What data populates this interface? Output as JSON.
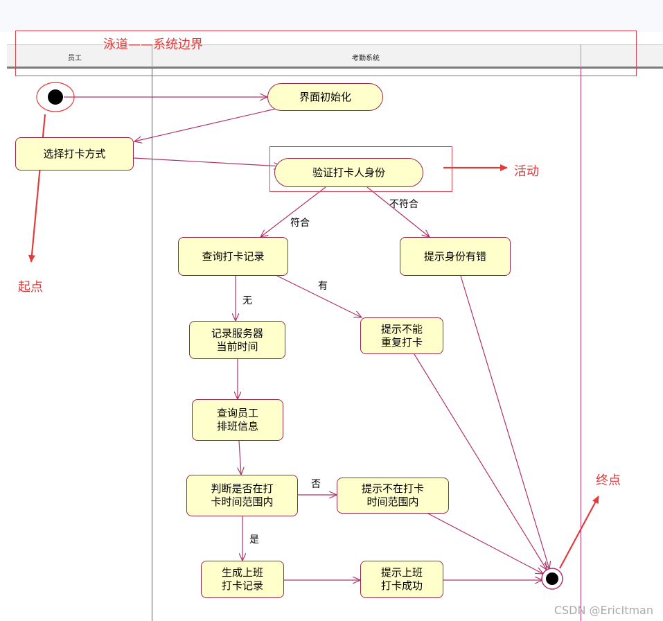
{
  "swimlanes": {
    "employee": "员工",
    "system": "考勤系统"
  },
  "nodes": {
    "init": "界面初始化",
    "select_method": "选择打卡方式",
    "verify": "验证打卡人身份",
    "query_record": "查询打卡记录",
    "id_error": "提示身份有错",
    "record_time": "记录服务器\n当前时间",
    "no_repeat": "提示不能\n重复打卡",
    "query_schedule": "查询员工\n排班信息",
    "judge_range": "判断是否在打\n卡时间范围内",
    "not_in_range": "提示不在打卡\n时间范围内",
    "gen_record": "生成上班\n打卡记录",
    "success": "提示上班\n打卡成功"
  },
  "edge_labels": {
    "match": "符合",
    "no_match": "不符合",
    "none": "无",
    "has": "有",
    "no": "否",
    "yes": "是"
  },
  "annotations": {
    "swimlane": "泳道——系统边界",
    "start": "起点",
    "activity": "活动",
    "end": "终点"
  },
  "watermark": "CSDN @EricItman",
  "colors": {
    "node_fill": "#ffffcc",
    "node_border": "#9b2548",
    "flow": "#b0306a",
    "annotation": "#e33b3b"
  }
}
